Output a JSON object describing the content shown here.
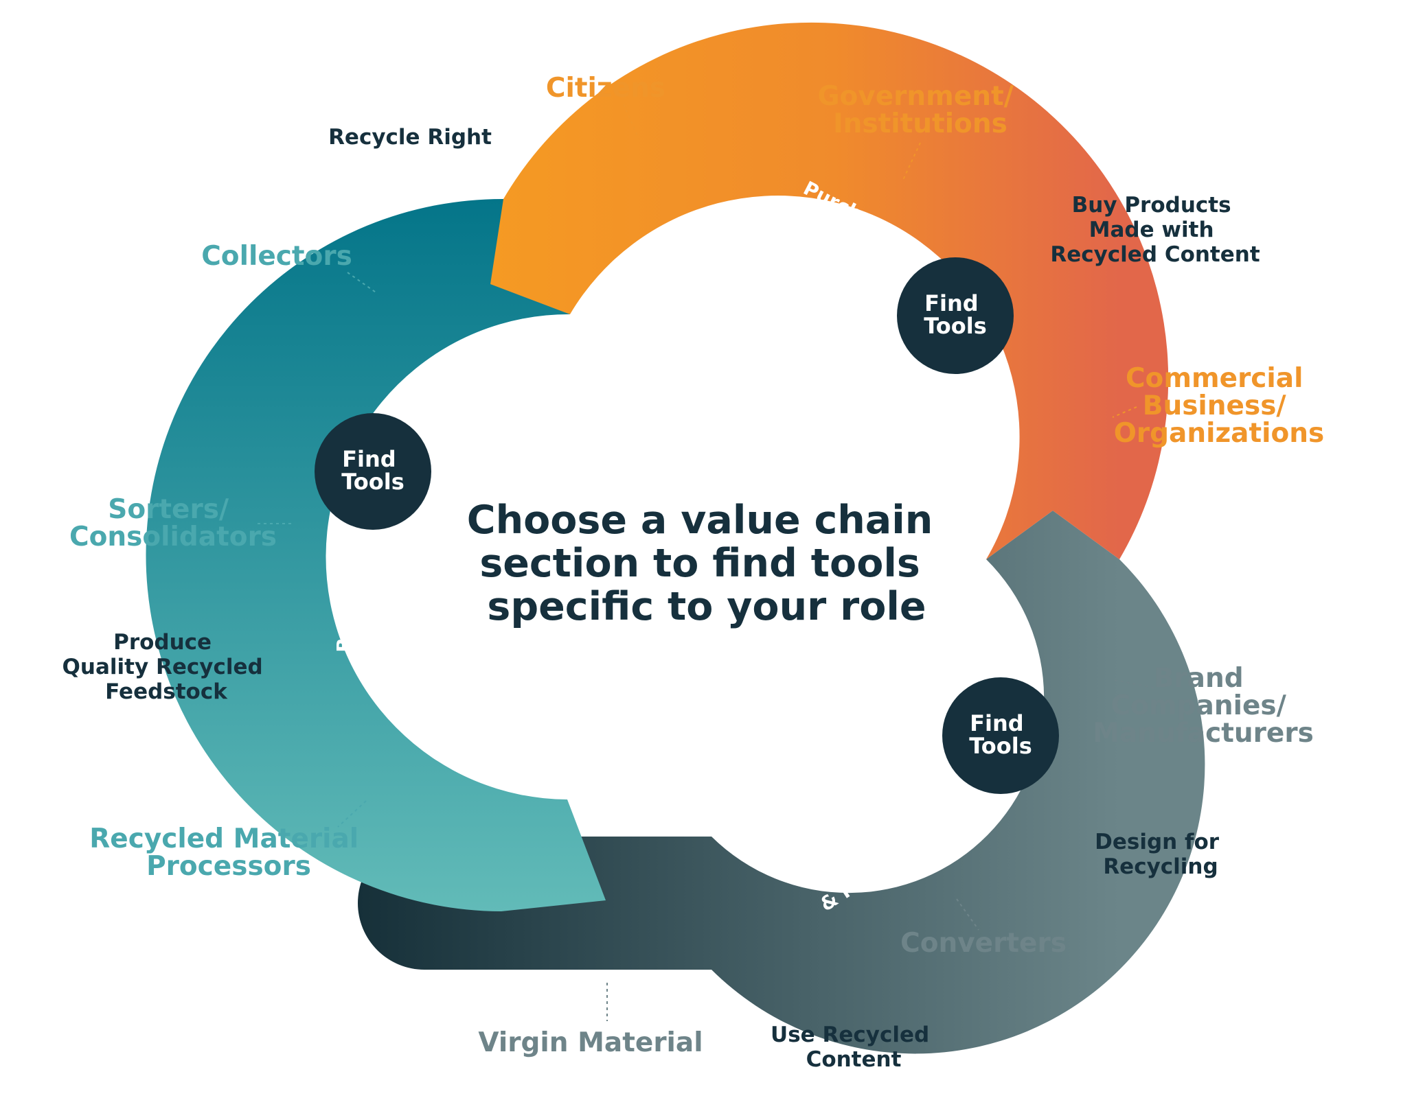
{
  "center_prompt": {
    "line1": "Choose a value chain",
    "line2": "section to find tools",
    "line3": "specific to your role"
  },
  "sections": {
    "purchase": {
      "title_lines": [
        "Purchase,",
        "Use, &",
        "Recycling"
      ],
      "button_lines": [
        "Find",
        "Tools"
      ]
    },
    "recycling": {
      "title_lines": [
        "Business",
        "of",
        "Recycling"
      ],
      "button_lines": [
        "Find",
        "Tools"
      ]
    },
    "production": {
      "title_lines": [
        "Production",
        "of Products",
        "& Packaging"
      ],
      "button_lines": [
        "Find",
        "Tools"
      ]
    }
  },
  "roles": {
    "citizens": [
      "Citizens"
    ],
    "government": [
      "Government/",
      "Institutions"
    ],
    "commercial": [
      "Commercial",
      "Business/",
      "Organizations"
    ],
    "brand": [
      "Brand",
      "Companies/",
      "Manufacturers"
    ],
    "converters": [
      "Converters"
    ],
    "virgin": [
      "Virgin Material"
    ],
    "processors": [
      "Recycled Material",
      "Processors"
    ],
    "sorters": [
      "Sorters/",
      "Consolidators"
    ],
    "collectors": [
      "Collectors"
    ]
  },
  "actions": {
    "recycle_right": [
      "Recycle Right"
    ],
    "buy_products": [
      "Buy Products",
      "Made with",
      "Recycled Content"
    ],
    "design_for_recycling": [
      "Design for",
      "Recycling"
    ],
    "use_recycled_content": [
      "Use Recycled",
      "Content"
    ],
    "produce_feedstock": [
      "Produce",
      "Quality Recycled",
      "Feedstock"
    ]
  },
  "colors": {
    "orange_start": "#f59a23",
    "orange_end": "#e2674a",
    "orange_label": "#f0952a",
    "teal_start": "#62bbb8",
    "teal_end": "#047589",
    "teal_label": "#4aa8ae",
    "slate_start": "#163039",
    "slate_end": "#6b8589",
    "slate_label": "#6e8489",
    "dark": "#16303d",
    "white": "#ffffff"
  }
}
